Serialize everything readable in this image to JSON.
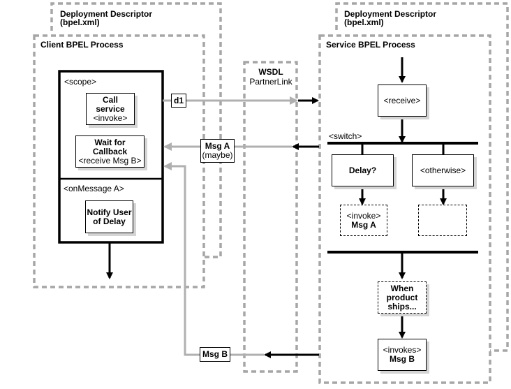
{
  "client_side": {
    "deployment_descriptor": {
      "title": "Deployment Descriptor",
      "file": "(bpel.xml)"
    },
    "process_title": "Client BPEL Process",
    "scope": {
      "label": "<scope>",
      "call_service": [
        "Call",
        "service",
        "<invoke>"
      ],
      "wait_callback": [
        "Wait for",
        "Callback",
        "<receive Msg B>"
      ]
    },
    "on_message": {
      "label": "<onMessage A>",
      "notify": [
        "Notify User",
        "of Delay"
      ]
    }
  },
  "wsdl": {
    "title": "WSDL",
    "subtitle": "PartnerLink"
  },
  "messages": {
    "d1": "d1",
    "msg_a": {
      "name": "Msg A",
      "note": "(maybe)"
    },
    "msg_b": "Msg B"
  },
  "service_side": {
    "deployment_descriptor": {
      "title": "Deployment Descriptor",
      "file": "(bpel.xml)"
    },
    "process_title": "Service BPEL Process",
    "receive": "<receive>",
    "switch_label": "<switch>",
    "delay_case": "Delay?",
    "otherwise_case": "<otherwise>",
    "invoke_msg_a": [
      "<invoke>",
      "Msg A"
    ],
    "otherwise_activity": "",
    "when_ships": [
      "When",
      "product",
      "ships..."
    ],
    "invokes_msg_b": [
      "<invokes>",
      "Msg B"
    ]
  },
  "colors": {
    "dashed_frame": "#a6a6a6",
    "message_line": "#b0b0b0",
    "flow": "#000000",
    "shadow": "#d4d4d4"
  }
}
